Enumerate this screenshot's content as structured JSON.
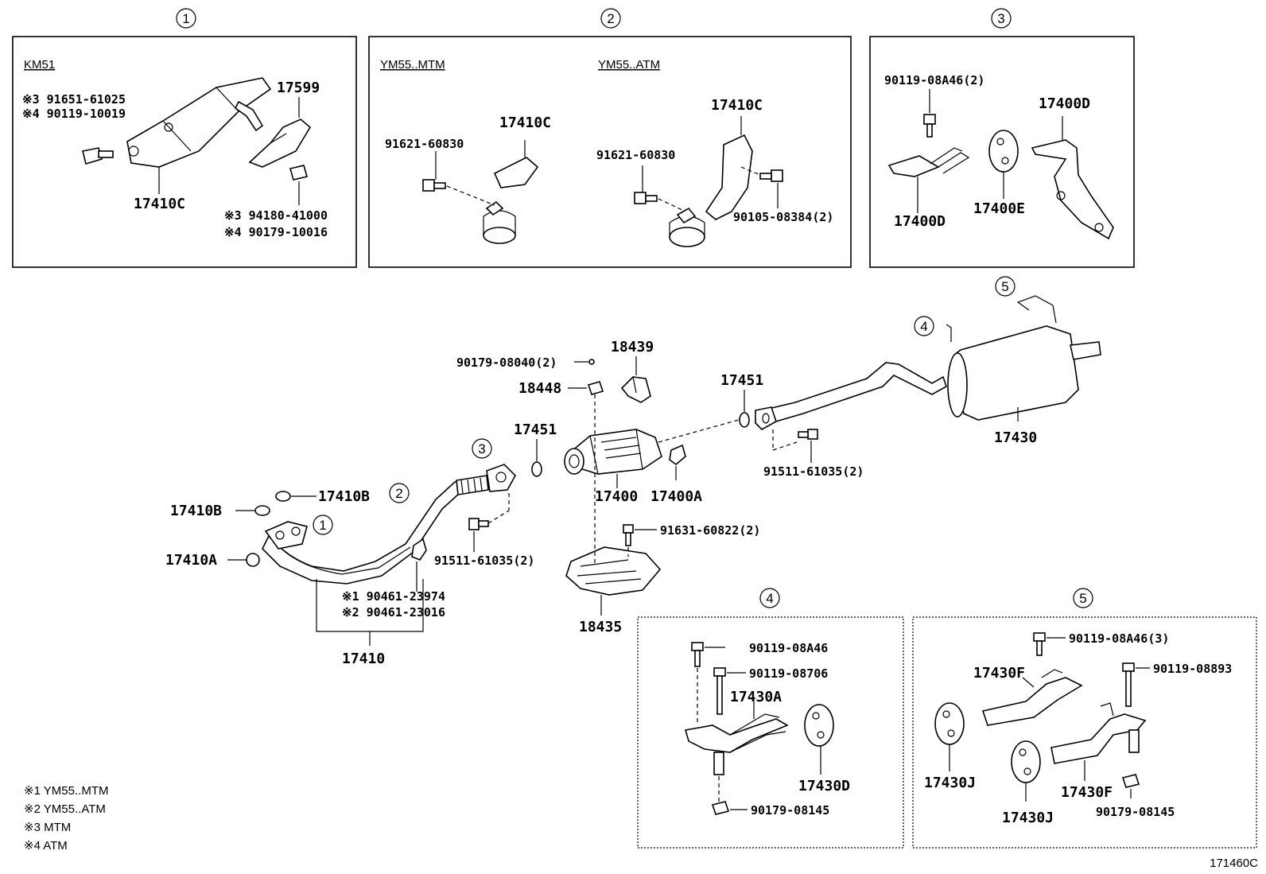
{
  "panels": {
    "p1": {
      "number": "1",
      "variant": "KM51"
    },
    "p2": {
      "number": "2",
      "variant_a": "YM55..MTM",
      "variant_b": "YM55..ATM"
    },
    "p3": {
      "number": "3"
    },
    "p4": {
      "number": "4"
    },
    "p5": {
      "number": "5"
    }
  },
  "main_callouts": {
    "c1": "1",
    "c2": "2",
    "c3": "3",
    "c4": "4",
    "c5": "5"
  },
  "labels": {
    "p1_17599": "17599",
    "p1_17410c": "17410C",
    "p1_bolt_a": "※3 91651-61025",
    "p1_bolt_b": "※4 90119-10019",
    "p1_nut_a": "※3 94180-41000",
    "p1_nut_b": "※4 90179-10016",
    "p2_bolt_mtm": "91621-60830",
    "p2_bracket_mtm": "17410C",
    "p2_bolt_atm": "91621-60830",
    "p2_bracket_atm": "17410C",
    "p2_bolt_atm2": "90105-08384(2)",
    "p3_bolt": "90119-08A46(2)",
    "p3_17400d_top": "17400D",
    "p3_17400d_bot": "17400D",
    "p3_17400e": "17400E",
    "m_90179_08040": "90179-08040(2)",
    "m_18439": "18439",
    "m_18448": "18448",
    "m_17451_left": "17451",
    "m_17451_right": "17451",
    "m_17410b_r": "17410B",
    "m_17410b_l": "17410B",
    "m_17410a": "17410A",
    "m_17400": "17400",
    "m_17400a": "17400A",
    "m_91511_left": "91511-61035(2)",
    "m_91511_right": "91511-61035(2)",
    "m_91631": "91631-60822(2)",
    "m_gasket_1": "※1  90461-23974",
    "m_gasket_2": "※2  90461-23016",
    "m_17410": "17410",
    "m_18435": "18435",
    "m_17430": "17430",
    "p4_bolt_a": "90119-08A46",
    "p4_bolt_b": "90119-08706",
    "p4_17430a": "17430A",
    "p4_17430d": "17430D",
    "p4_nut": "90179-08145",
    "p5_bolt_a": "90119-08A46(3)",
    "p5_bolt_b": "90119-08893",
    "p5_17430f_top": "17430F",
    "p5_17430j_left": "17430J",
    "p5_17430j_mid": "17430J",
    "p5_17430f_bot": "17430F",
    "p5_nut": "90179-08145"
  },
  "footnotes": [
    "※1 YM55..MTM",
    "※2 YM55..ATM",
    "※3 MTM",
    "※4 ATM"
  ],
  "reference_id": "171460C"
}
